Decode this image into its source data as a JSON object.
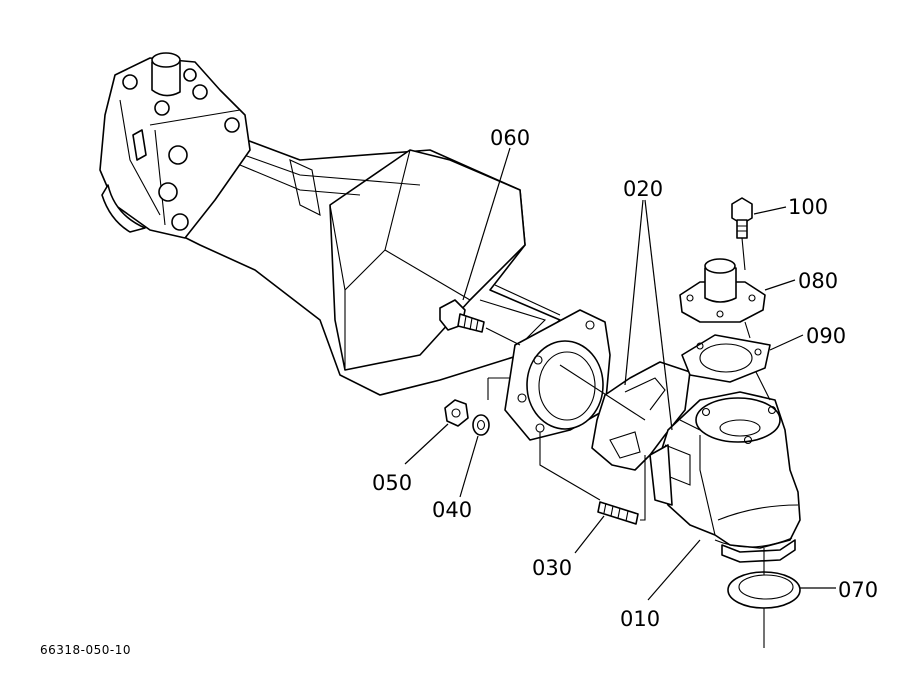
{
  "diagram": {
    "drawing_code": "66318-050-10",
    "callouts": [
      {
        "id": "060",
        "text": "060"
      },
      {
        "id": "020",
        "text": "020"
      },
      {
        "id": "100",
        "text": "100"
      },
      {
        "id": "080",
        "text": "080"
      },
      {
        "id": "090",
        "text": "090"
      },
      {
        "id": "050",
        "text": "050"
      },
      {
        "id": "040",
        "text": "040"
      },
      {
        "id": "030",
        "text": "030"
      },
      {
        "id": "010",
        "text": "010"
      },
      {
        "id": "070",
        "text": "070"
      }
    ]
  }
}
